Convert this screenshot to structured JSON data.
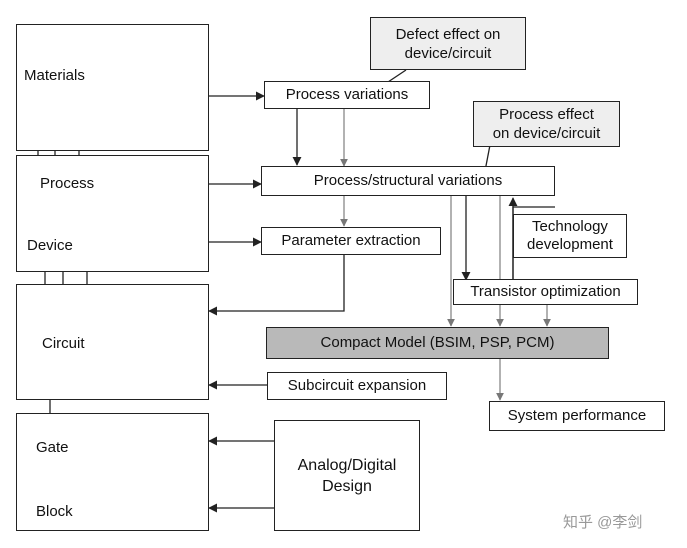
{
  "left_column": {
    "materials": "Materials",
    "process": "Process",
    "device": "Device",
    "circuit": "Circuit",
    "gate": "Gate",
    "block": "Block"
  },
  "boxes": {
    "process_variations": "Process variations",
    "process_structural_variations": "Process/structural variations",
    "parameter_extraction": "Parameter extraction",
    "technology_development_1": "Technology",
    "technology_development_2": "development",
    "transistor_optimization": "Transistor optimization",
    "compact_model": "Compact Model (BSIM, PSP, PCM)",
    "subcircuit_expansion": "Subcircuit expansion",
    "system_performance": "System performance",
    "analog_digital_1": "Analog/Digital",
    "analog_digital_2": "Design"
  },
  "callouts": {
    "defect_1": "Defect effect on",
    "defect_2": "device/circuit",
    "process_effect_1": "Process effect",
    "process_effect_2": "on device/circuit"
  },
  "watermark": "知乎 @李剑",
  "colors": {
    "line": "#222222",
    "compact_model_fill": "#b9b9b9",
    "callout_fill": "#eeeeee",
    "device_fill": "#555555"
  }
}
